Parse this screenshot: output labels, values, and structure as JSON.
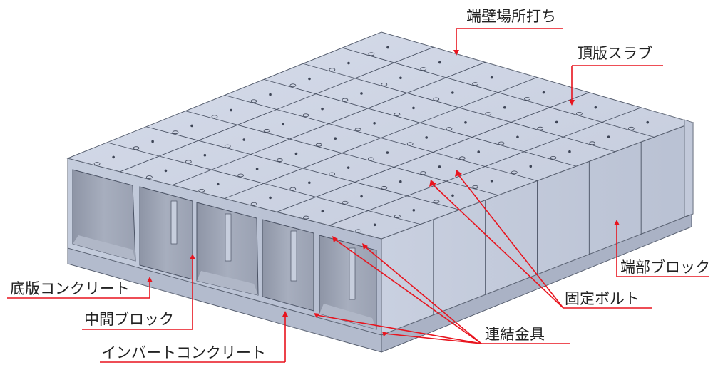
{
  "labels": {
    "end_wall": "端壁場所打ち",
    "top_slab": "頂版スラブ",
    "end_block": "端部ブロック",
    "bottom_slab": "底版コンクリート",
    "middle_block": "中間ブロック",
    "fixing_bolt": "固定ボルト",
    "connector": "連結金具",
    "invert_concrete": "インバートコンクリート"
  },
  "colors": {
    "top_face": "#cdd4e3",
    "front_face": "#bfc7d8",
    "side_face": "#b7bfd1",
    "interior": "#9aa1b1",
    "leader": "#e8141e"
  }
}
